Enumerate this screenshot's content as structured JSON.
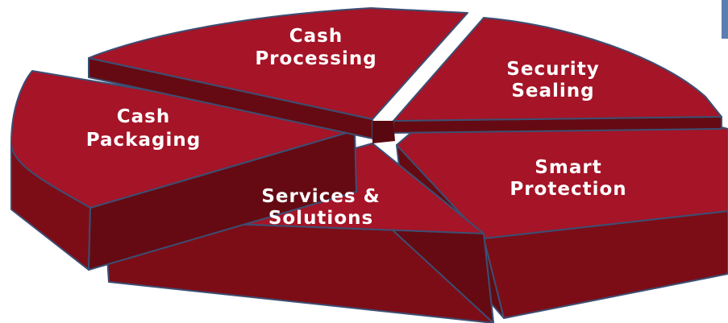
{
  "diagram": {
    "segments": [
      {
        "id": "cash-processing",
        "label_lines": [
          "Cash",
          "Processing"
        ]
      },
      {
        "id": "security-sealing",
        "label_lines": [
          "Security",
          "Sealing"
        ]
      },
      {
        "id": "smart-protection",
        "label_lines": [
          "Smart",
          "Protection"
        ]
      },
      {
        "id": "services-solutions",
        "label_lines": [
          "Services &",
          "Solutions"
        ]
      },
      {
        "id": "cash-packaging",
        "label_lines": [
          "Cash",
          "Packaging"
        ]
      }
    ],
    "colors": {
      "top": "#a51427",
      "side": "#7c0d17",
      "outline": "#3b4f73",
      "label": "#ffffff"
    }
  }
}
